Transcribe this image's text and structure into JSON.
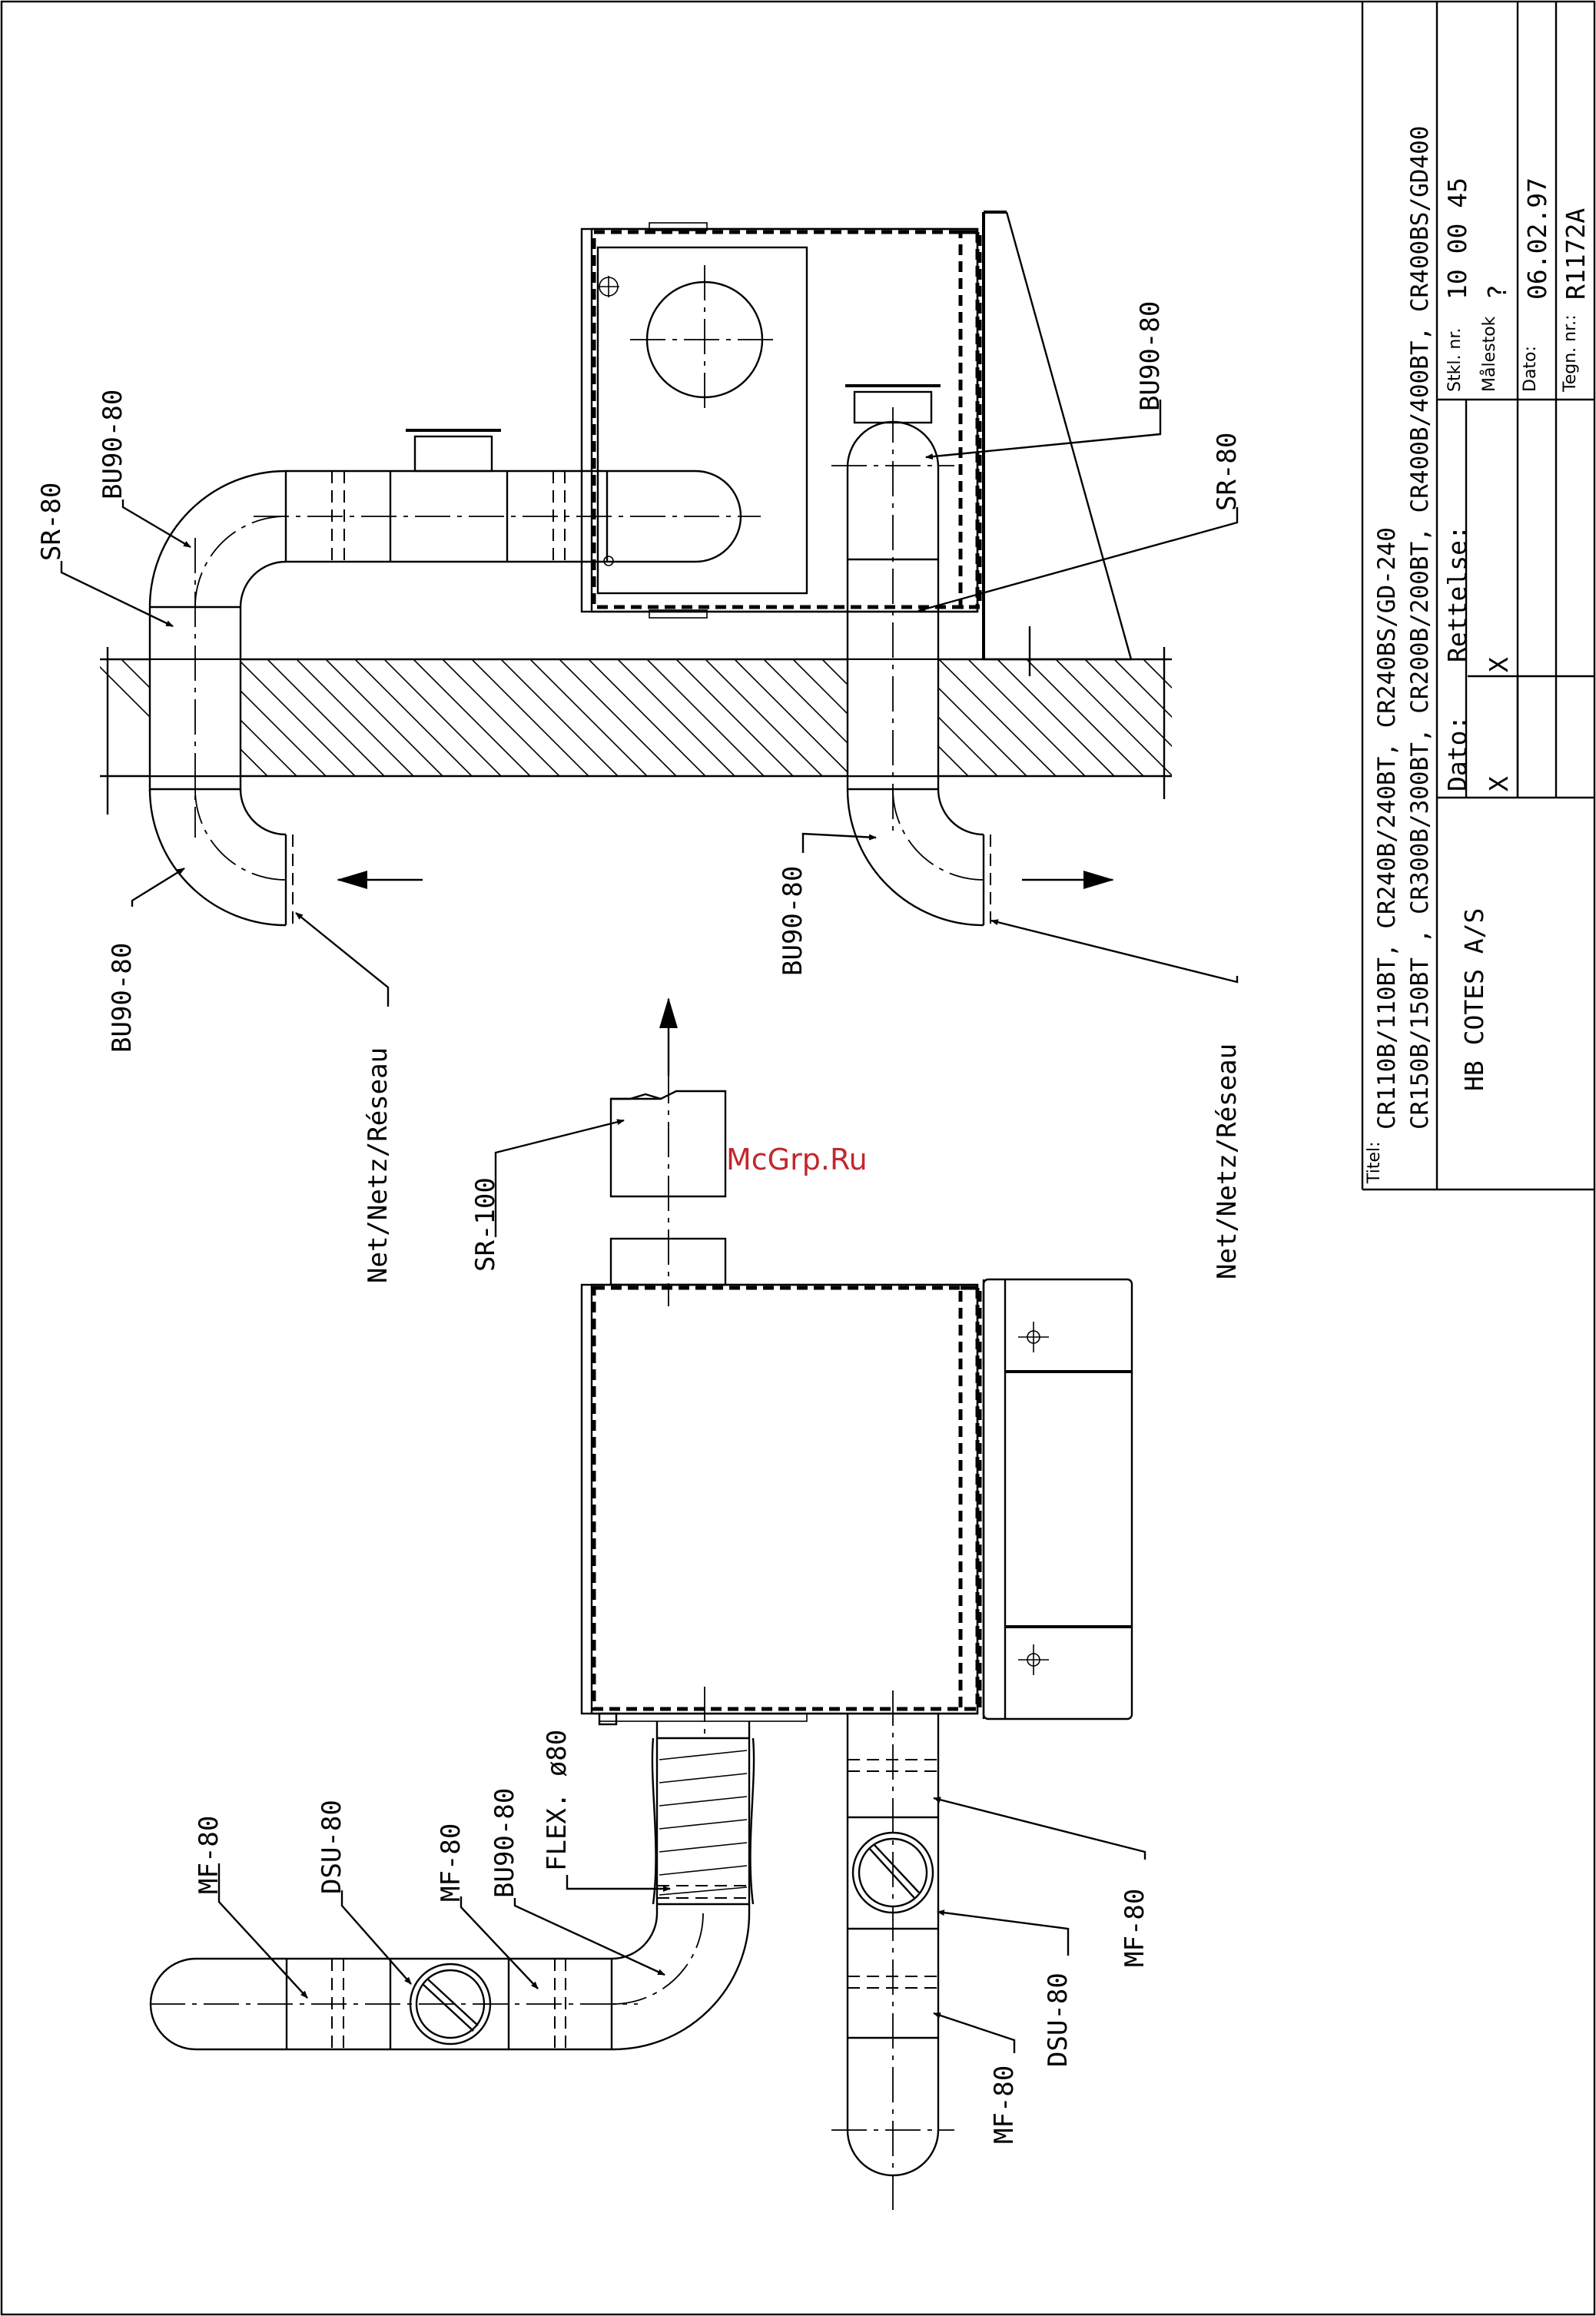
{
  "labels": {
    "sr80_top_left": "SR-80",
    "bu90_top_left": "BU90-80",
    "bu90_bottom_left": "BU90-80",
    "net_left": "Net/Netz/Réseau",
    "sr100": "SR-100",
    "bu90_top_right": "BU90-80",
    "sr80_top_right": "SR-80",
    "bu90_bottom_right": "BU90-80",
    "net_right": "Net/Netz/Réseau",
    "mf80_1": "MF-80",
    "dsu80_1": "DSU-80",
    "mf80_2": "MF-80",
    "bu90_low": "BU90-80",
    "flex": "FLEX. ø80",
    "mf80_3": "MF-80",
    "dsu80_2": "DSU-80",
    "mf80_4": "MF-80"
  },
  "watermark": "McGrp.Ru",
  "title_block": {
    "titel_label": "Titel:",
    "title_line1": "CR110B/110BT, CR240B/240BT, CR240BS/GD-240",
    "title_line2": "CR150B/150BT , CR300B/300BT, CR200B/200BT, CR400B/400BT, CR400BS/GD400",
    "company": "HB COTES A/S",
    "dato_label": "Dato:",
    "rettelse_label": "Rettelse:",
    "dato_value": "X",
    "rettelse_value": "X",
    "stkl_label": "Stkl. nr.",
    "stkl_value": "10 00 45",
    "malestok_label": "Målestok",
    "malestok_value": "?",
    "dato2_label": "Dato:",
    "dato2_value": "06.02.97",
    "tegn_label": "Tegn. nr.:",
    "tegn_value": "R1172A"
  }
}
